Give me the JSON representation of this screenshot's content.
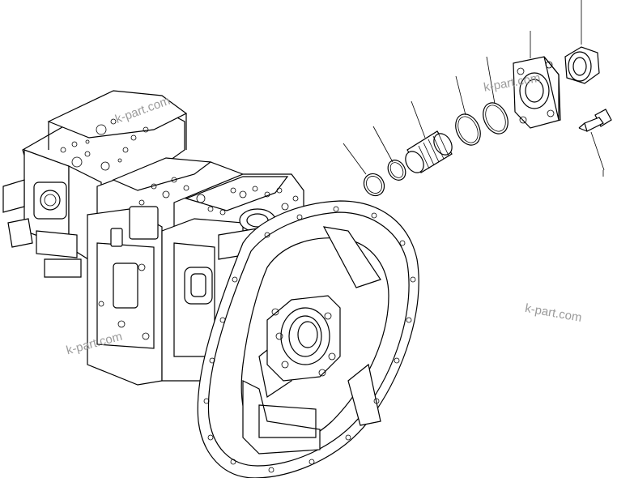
{
  "watermarks": [
    {
      "text": "k-part.com"
    },
    {
      "text": "k-part.com"
    },
    {
      "text": "k-part.com"
    },
    {
      "text": "k-part.com"
    }
  ],
  "callouts": {
    "count": 8
  }
}
